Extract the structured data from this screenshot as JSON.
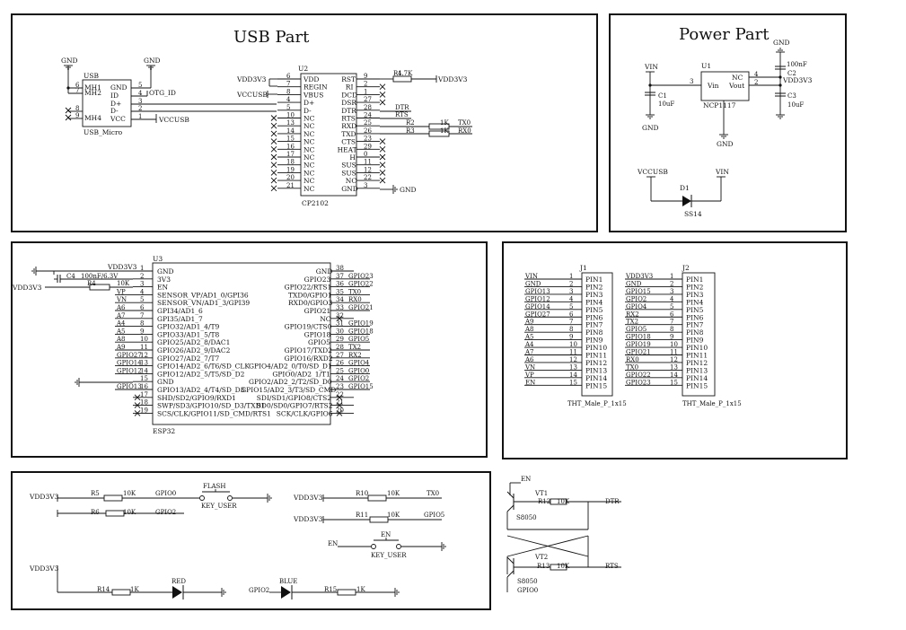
{
  "sections": {
    "usb_title": "USB Part",
    "power_title": "Power Part"
  },
  "usb_connector": {
    "ref": "USB",
    "name": "USB_Micro",
    "left_pins": [
      {
        "num": "6",
        "name": "MH1"
      },
      {
        "num": "7",
        "name": "MH2"
      },
      {
        "num": "8",
        "name": ""
      },
      {
        "num": "9",
        "name": "MH4"
      }
    ],
    "right_pins": [
      {
        "num": "5",
        "name": "GND"
      },
      {
        "num": "4",
        "name": "ID"
      },
      {
        "num": "3",
        "name": "D+"
      },
      {
        "num": "2",
        "name": "D-"
      },
      {
        "num": "1",
        "name": "VCC"
      }
    ],
    "gnd_label": "GND",
    "gnd_label_2": "GND",
    "otg_net": "OTG_ID",
    "vccusb_net": "VCCUSB"
  },
  "cp2102": {
    "ref": "U2",
    "name": "CP2102",
    "left_pins": [
      {
        "num": "6",
        "name": "VDD"
      },
      {
        "num": "7",
        "name": "REGIN"
      },
      {
        "num": "8",
        "name": "VBUS"
      },
      {
        "num": "4",
        "name": "D+"
      },
      {
        "num": "5",
        "name": "D-"
      },
      {
        "num": "10",
        "name": "NC"
      },
      {
        "num": "13",
        "name": "NC"
      },
      {
        "num": "14",
        "name": "NC"
      },
      {
        "num": "15",
        "name": "NC"
      },
      {
        "num": "16",
        "name": "NC"
      },
      {
        "num": "17",
        "name": "NC"
      },
      {
        "num": "18",
        "name": "NC"
      },
      {
        "num": "19",
        "name": "NC"
      },
      {
        "num": "20",
        "name": "NC"
      },
      {
        "num": "21",
        "name": "NC"
      }
    ],
    "right_pins": [
      {
        "num": "9",
        "name": "RST"
      },
      {
        "num": "2",
        "name": "RI"
      },
      {
        "num": "1",
        "name": "DCD"
      },
      {
        "num": "27",
        "name": "DSR"
      },
      {
        "num": "28",
        "name": "DTR"
      },
      {
        "num": "24",
        "name": "RTS"
      },
      {
        "num": "25",
        "name": "RXD"
      },
      {
        "num": "26",
        "name": "TXD"
      },
      {
        "num": "23",
        "name": "CTS"
      },
      {
        "num": "29",
        "name": "HEAT"
      },
      {
        "num": "0",
        "name": "H"
      },
      {
        "num": "11",
        "name": "SUS"
      },
      {
        "num": "12",
        "name": "SUS"
      },
      {
        "num": "22",
        "name": "NC"
      },
      {
        "num": "3",
        "name": "GND"
      }
    ],
    "vdd_net": "VDD3V3",
    "vccusb_net": "VCCUSB",
    "r1_ref": "R1",
    "r1_val": "4.7K",
    "r1_net": "VDD3V3",
    "dtr_net": "DTR",
    "rts_net": "RTS",
    "r2_ref": "R2",
    "r2_val": "1K",
    "r2_net": "TX0",
    "r3_ref": "R3",
    "r3_val": "1K",
    "r3_net": "RX0",
    "gnd_label": "GND"
  },
  "power": {
    "u1_ref": "U1",
    "u1_name": "NCP1117",
    "u1_vin": "Vin",
    "u1_nc": "NC",
    "u1_vout": "Vout",
    "pin3": "3",
    "pin4": "4",
    "pin2": "2",
    "vin_net": "VIN",
    "gnd": "GND",
    "c1_ref": "C1",
    "c1_val": "10uF",
    "c2_ref": "C2",
    "c2_val": "100nF",
    "c3_ref": "C3",
    "c3_val": "10uF",
    "vout_net": "VDD3V3",
    "d1_ref": "D1",
    "d1_val": "SS14",
    "vccusb_net": "VCCUSB",
    "vin_net_2": "VIN"
  },
  "esp32": {
    "ref": "U3",
    "name": "ESP32",
    "left_pins": [
      {
        "num": "1",
        "name": "GND"
      },
      {
        "num": "2",
        "name": "3V3"
      },
      {
        "num": "3",
        "name": "EN"
      },
      {
        "num": "4",
        "name": "SENSOR_VP/AD1_0/GPI36"
      },
      {
        "num": "5",
        "name": "SENSOR_VN/AD1_3/GPI39"
      },
      {
        "num": "6",
        "name": "GPI34/AD1_6"
      },
      {
        "num": "7",
        "name": "GPI35/AD1_7"
      },
      {
        "num": "8",
        "name": "GPIO32/AD1_4/T9"
      },
      {
        "num": "9",
        "name": "GPIO33/AD1_5/T8"
      },
      {
        "num": "10",
        "name": "GPIO25/AD2_8/DAC1"
      },
      {
        "num": "11",
        "name": "GPIO26/AD2_9/DAC2"
      },
      {
        "num": "12",
        "name": "GPIO27/AD2_7/T7"
      },
      {
        "num": "13",
        "name": "GPIO14/AD2_6/T6/SD_CLK"
      },
      {
        "num": "14",
        "name": "GPIO12/AD2_5/T5/SD_D2"
      },
      {
        "num": "15",
        "name": "GND"
      },
      {
        "num": "16",
        "name": "GPIO13/AD2_4/T4/SD_D3"
      },
      {
        "num": "17",
        "name": "SHD/SD2/GPIO9/RXD1"
      },
      {
        "num": "18",
        "name": "SWP/SD3/GPIO10/SD_D3/TXD1"
      },
      {
        "num": "19",
        "name": "SCS/CLK/GPIO11/SD_CMD/RTS1"
      }
    ],
    "right_pins": [
      {
        "num": "38",
        "name": "GND"
      },
      {
        "num": "37",
        "name": "GPIO23"
      },
      {
        "num": "36",
        "name": "GPIO22/RTS1"
      },
      {
        "num": "35",
        "name": "TXD0/GPIO1"
      },
      {
        "num": "34",
        "name": "RXD0/GPIO3"
      },
      {
        "num": "33",
        "name": "GPIO21"
      },
      {
        "num": "32",
        "name": "NC"
      },
      {
        "num": "31",
        "name": "GPIO19/CTS0"
      },
      {
        "num": "30",
        "name": "GPIO18"
      },
      {
        "num": "29",
        "name": "GPIO5"
      },
      {
        "num": "28",
        "name": "GPIO17/TXD2"
      },
      {
        "num": "27",
        "name": "GPIO16/RXD2"
      },
      {
        "num": "26",
        "name": "GPIO4/AD2_0/T0/SD_D1"
      },
      {
        "num": "25",
        "name": "GPIO0/AD2_1/T1"
      },
      {
        "num": "24",
        "name": "GPIO2/AD2_2/T2/SD_D0"
      },
      {
        "num": "23",
        "name": "GPIO15/AD2_3/T3/SD_CMD"
      },
      {
        "num": "22",
        "name": "SDI/SD1/GPIO8/CTS2"
      },
      {
        "num": "21",
        "name": "SD0/SD0/GPIO7/RTS2"
      },
      {
        "num": "20",
        "name": "SCK/CLK/GPIO6"
      }
    ],
    "left_nets": [
      "",
      "VDD3V3",
      "EN",
      "VP",
      "VN",
      "A6",
      "A7",
      "A4",
      "A5",
      "A8",
      "A9",
      "GPIO27",
      "GPIO14",
      "GPIO12",
      "",
      "GPIO13",
      "",
      "",
      ""
    ],
    "right_nets": [
      "",
      "GPIO23",
      "GPIO22",
      "TX0",
      "RX0",
      "GPIO21",
      "",
      "GPIO19",
      "GPIO18",
      "GPIO5",
      "TX2",
      "RX2",
      "GPIO4",
      "GPIO0",
      "GPIO2",
      "GPIO15",
      "",
      "",
      ""
    ],
    "c4_ref": "C4",
    "c4_val": "100nF/6.3V",
    "r4_ref": "R4",
    "r4_val": "10K",
    "vdd_net": "VDD3V3"
  },
  "headers": {
    "j1_ref": "J1",
    "j1_name": "THT_Male_P_1x15",
    "j1_nets": [
      "VIN",
      "GND",
      "GPIO13",
      "GPIO12",
      "GPIO14",
      "GPIO27",
      "A9",
      "A8",
      "A5",
      "A4",
      "A7",
      "A6",
      "VN",
      "VP",
      "EN"
    ],
    "j2_ref": "J2",
    "j2_name": "THT_Male_P_1x15",
    "j2_nets": [
      "VDD3V3",
      "GND",
      "GPIO15",
      "GPIO2",
      "GPIO4",
      "RX2",
      "TX2",
      "GPIO5",
      "GPIO18",
      "GPIO19",
      "GPIO21",
      "RX0",
      "TX0",
      "GPIO22",
      "GPIO23"
    ],
    "pin_names": [
      "PIN1",
      "PIN2",
      "PIN3",
      "PIN4",
      "PIN5",
      "PIN6",
      "PIN7",
      "PIN8",
      "PIN9",
      "PIN10",
      "PIN11",
      "PIN12",
      "PIN13",
      "PIN14",
      "PIN15"
    ],
    "pin_nums": [
      "1",
      "2",
      "3",
      "4",
      "5",
      "6",
      "7",
      "8",
      "9",
      "10",
      "11",
      "12",
      "13",
      "14",
      "15"
    ]
  },
  "misc": {
    "vdd": "VDD3V3",
    "r5_ref": "R5",
    "r5_val": "10K",
    "r5_net": "GPIO0",
    "flash_label": "FLASH",
    "flash_name": "KEY_USER",
    "r6_ref": "R6",
    "r6_val": "10K",
    "r6_net": "GPIO2",
    "r10_ref": "R10",
    "r10_val": "10K",
    "r10_net": "TX0",
    "r11_ref": "R11",
    "r11_val": "10K",
    "r11_net": "GPIO5",
    "en_net": "EN",
    "en_label": "EN",
    "en_name": "KEY_USER",
    "r14_ref": "R14",
    "r14_val": "1K",
    "red_label": "RED",
    "gpio2_net": "GPIO2",
    "blue_label": "BLUE",
    "r15_ref": "R15",
    "r15_val": "1K"
  },
  "autoreset": {
    "en_net": "EN",
    "vt1_ref": "VT1",
    "vt1_val": "S8050",
    "r12_ref": "R12",
    "r12_val": "10K",
    "dtr_net": "DTR",
    "vt2_ref": "VT2",
    "vt2_val": "S8050",
    "r13_ref": "R13",
    "r13_val": "10K",
    "rts_net": "RTS",
    "gpio0_net": "GPIO0"
  }
}
